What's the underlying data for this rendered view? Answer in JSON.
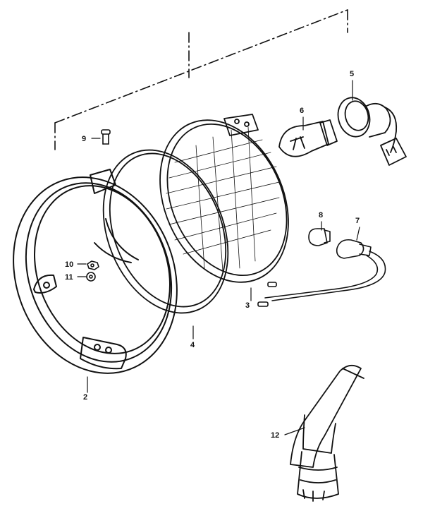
{
  "callouts": [
    {
      "id": "1",
      "label": ""
    },
    {
      "id": "2",
      "label": "2"
    },
    {
      "id": "3",
      "label": "3"
    },
    {
      "id": "4",
      "label": "4"
    },
    {
      "id": "5",
      "label": "5"
    },
    {
      "id": "6",
      "label": "6"
    },
    {
      "id": "7",
      "label": "7"
    },
    {
      "id": "8",
      "label": "8"
    },
    {
      "id": "9",
      "label": "9"
    },
    {
      "id": "10",
      "label": "10"
    },
    {
      "id": "11",
      "label": "11"
    },
    {
      "id": "12",
      "label": "12"
    }
  ],
  "colors": {
    "ink": "#111111",
    "paper": "#ffffff"
  }
}
